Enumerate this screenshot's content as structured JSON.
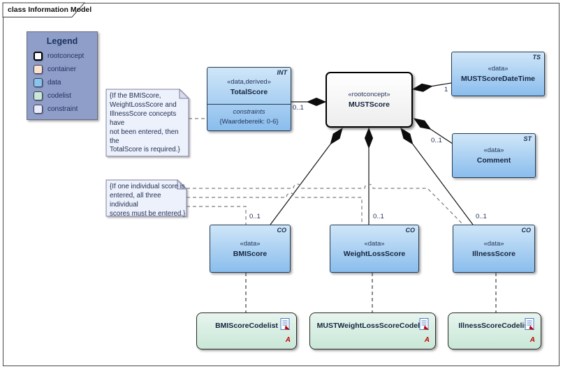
{
  "frame": {
    "label": "class Information Model"
  },
  "legend": {
    "title": "Legend",
    "items": [
      {
        "label": "rootconcept",
        "color": "#ffffff"
      },
      {
        "label": "container",
        "color": "#fbe3d1"
      },
      {
        "label": "data",
        "color": "#8ac3ee"
      },
      {
        "label": "codelist",
        "color": "#c9e8d6"
      },
      {
        "label": "constraint",
        "color": "#e9edfb"
      }
    ]
  },
  "notes": {
    "total_constraint": {
      "lines": [
        "{If the BMIScore,",
        "WeightLossScore and",
        "IllnessScore concepts have",
        "not been entered, then the",
        "TotalScore is required.}"
      ]
    },
    "individual_constraint": {
      "lines": [
        "{If one individual score is",
        "entered, all three individual",
        "scores must be entered.}"
      ]
    }
  },
  "classes": {
    "total_score": {
      "tag": "INT",
      "stereotype": "«data,derived»",
      "name": "TotalScore",
      "compartment_label": "constraints",
      "constraint": "{Waardebereik: 0-6}",
      "multiplicity": "0..1"
    },
    "must_score": {
      "stereotype": "«rootconcept»",
      "name": "MUSTScore"
    },
    "must_score_date_time": {
      "tag": "TS",
      "stereotype": "«data»",
      "name": "MUSTScoreDateTime",
      "multiplicity": "1"
    },
    "comment": {
      "tag": "ST",
      "stereotype": "«data»",
      "name": "Comment",
      "multiplicity": "0..1"
    },
    "bmi_score": {
      "tag": "CO",
      "stereotype": "«data»",
      "name": "BMIScore",
      "multiplicity": "0..1"
    },
    "weight_loss_score": {
      "tag": "CO",
      "stereotype": "«data»",
      "name": "WeightLossScore",
      "multiplicity": "0..1"
    },
    "illness_score": {
      "tag": "CO",
      "stereotype": "«data»",
      "name": "IllnessScore",
      "multiplicity": "0..1"
    }
  },
  "codelists": [
    {
      "name": "BMIScoreCodelist",
      "marker": "A"
    },
    {
      "name": "MUSTWeightLossScoreCodelist",
      "marker": "A"
    },
    {
      "name": "IllnessScoreCodelist",
      "marker": "A"
    }
  ],
  "colors": {
    "data_fill_top": "#cfe6f8",
    "data_fill_bottom": "#8abded",
    "codelist_fill_top": "#e7f5ee",
    "codelist_fill_bottom": "#c9e7d7",
    "note_fill": "#edf1fc",
    "legend_fill": "#8f9ec9",
    "connector": "#141414",
    "constraint_link": "#7d7d7d",
    "marker_red": "#c00000"
  }
}
